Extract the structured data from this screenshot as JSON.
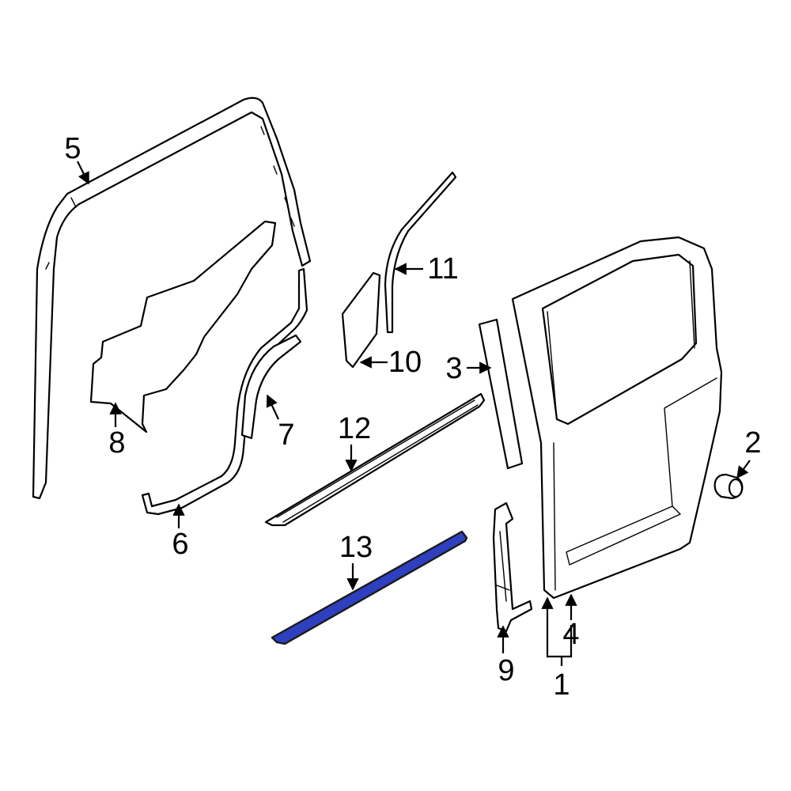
{
  "diagram": {
    "callouts": [
      {
        "id": "1",
        "label": "1"
      },
      {
        "id": "2",
        "label": "2"
      },
      {
        "id": "3",
        "label": "3"
      },
      {
        "id": "4",
        "label": "4"
      },
      {
        "id": "5",
        "label": "5"
      },
      {
        "id": "6",
        "label": "6"
      },
      {
        "id": "7",
        "label": "7"
      },
      {
        "id": "8",
        "label": "8"
      },
      {
        "id": "9",
        "label": "9"
      },
      {
        "id": "10",
        "label": "10"
      },
      {
        "id": "11",
        "label": "11"
      },
      {
        "id": "12",
        "label": "12"
      },
      {
        "id": "13",
        "label": "13"
      }
    ],
    "highlight_part": "13",
    "colors": {
      "line": "#000000",
      "background": "#ffffff",
      "highlight": "#2e3fbf"
    }
  }
}
